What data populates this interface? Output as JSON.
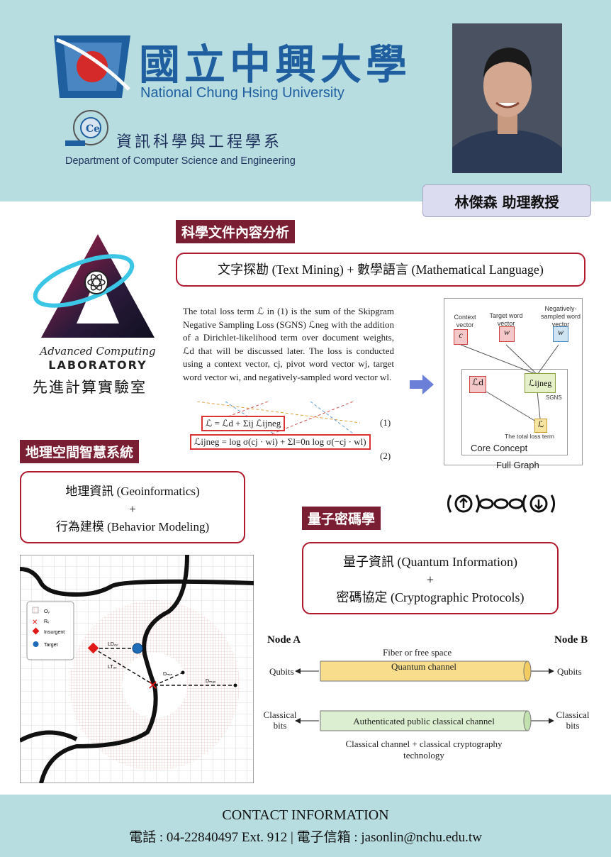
{
  "header": {
    "university_zh": "國立中興大學",
    "university_en": "National Chung Hsing University",
    "department_zh": "資訊科學與工程學系",
    "department_en": "Department of Computer Science and Engineering",
    "professor": "林傑森  助理教授"
  },
  "lab": {
    "logo_line1": "Advanced Computing",
    "logo_line2": "LABORATORY",
    "name_zh": "先進計算實驗室"
  },
  "sections": {
    "text_mining": {
      "title": "科學文件內容分析",
      "topic": "文字探勘 (Text Mining) + 數學語言 (Mathematical Language)",
      "paragraph": "The total loss term ℒ in (1) is the sum of the Skipgram Negative Sampling Loss (SGNS) ℒneg with the addition of a Dirichlet-likelihood term over document weights, ℒd that will be discussed later. The loss is conducted using a context vector, cj, pivot word vector wj, target word vector wi, and negatively-sampled word vector wl.",
      "eq1": "ℒ = ℒd + Σij ℒijneg",
      "eq1_num": "(1)",
      "eq2": "ℒijneg = log σ(cj · wi) + Σl=0n log σ(−cj · wl)",
      "eq2_num": "(2)",
      "graph": {
        "context_label": "Context vector",
        "target_label": "Target word vector",
        "negative_label": "Negatively-sampled word vector",
        "ld": "ℒd",
        "lneg": "ℒijneg",
        "sgns": "SGNS",
        "total_loss": "The total loss term",
        "core": "Core Concept",
        "full": "Full Graph"
      }
    },
    "geo": {
      "title": "地理空間智慧系統",
      "line1": "地理資訊 (Geoinformatics)",
      "plus": "+",
      "line2": "行為建模 (Behavior Modeling)",
      "legend": [
        "Oᵥ",
        "Rᵥ",
        "Insurgent",
        "Target"
      ],
      "map_labels": {
        "ld": "LDₒᵥ",
        "lt": "LTₒᵥ",
        "dmin": "Dₘᵢₙ",
        "dmax": "Dₘₐₓ"
      }
    },
    "quantum": {
      "title": "量子密碼學",
      "line1": "量子資訊 (Quantum Information)",
      "plus": "+",
      "line2": "密碼協定 (Cryptographic Protocols)",
      "node_a": "Node A",
      "node_b": "Node B",
      "fiber": "Fiber or free space",
      "qubits_left": "Qubits",
      "qubits_right": "Qubits",
      "quantum_channel": "Quantum channel",
      "classical_left": "Classical bits",
      "classical_right": "Classical bits",
      "classical_channel": "Authenticated public classical channel",
      "caption": "Classical channel + classical cryptography technology"
    }
  },
  "contact": {
    "title": "CONTACT INFORMATION",
    "line": "電話 : 04-22840497 Ext. 912 | 電子信箱 : jasonlin@nchu.edu.tw"
  },
  "colors": {
    "header_bg": "#b7dde0",
    "title_bg": "#7a1f33",
    "box_border": "#b0192e",
    "uni_blue": "#1f5fa0"
  }
}
